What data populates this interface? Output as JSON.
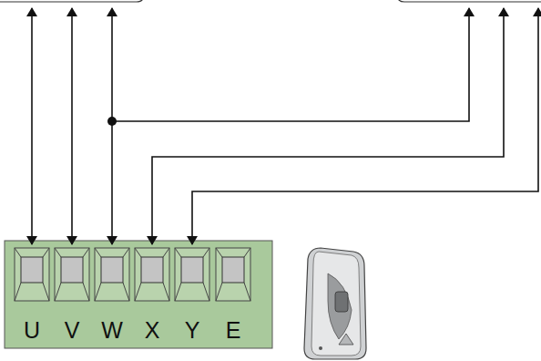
{
  "diagram": {
    "labels": [
      "U",
      "V",
      "W",
      "X",
      "Y",
      "E"
    ]
  }
}
